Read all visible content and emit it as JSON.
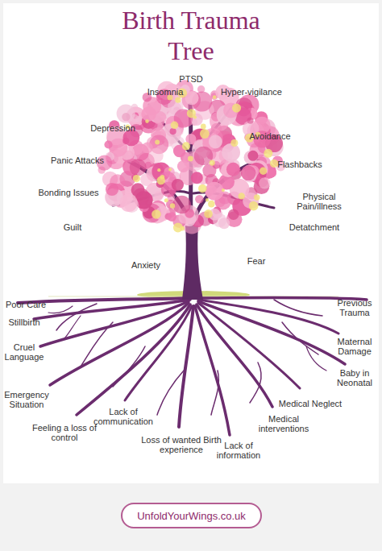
{
  "diagram": {
    "title": "Birth Trauma Tree",
    "nodes": [
      {
        "text": [
          "UnfoldYourWings.co.uk"
        ]
      }
    ],
    "labels": [
      "PTSD",
      "Insomnia",
      "Hyper-vigilance",
      "Depression",
      "Avoidance",
      "Panic Attacks",
      "Flashbacks",
      "Bonding Issues",
      "Physical Pain/illness",
      "Guilt",
      "Detatchment",
      "Fear",
      "Anxiety",
      "Poor Care",
      "Previous Trauma",
      "Stillbirth",
      "Maternal Damage",
      "Cruel Language",
      "Baby in Neonatal",
      "Emergency Situation",
      "Medical Neglect",
      "Lack of communication",
      "Medical interventions",
      "Feeling a loss of control",
      "Loss of wanted Birth experience",
      "Lack of information"
    ]
  }
}
